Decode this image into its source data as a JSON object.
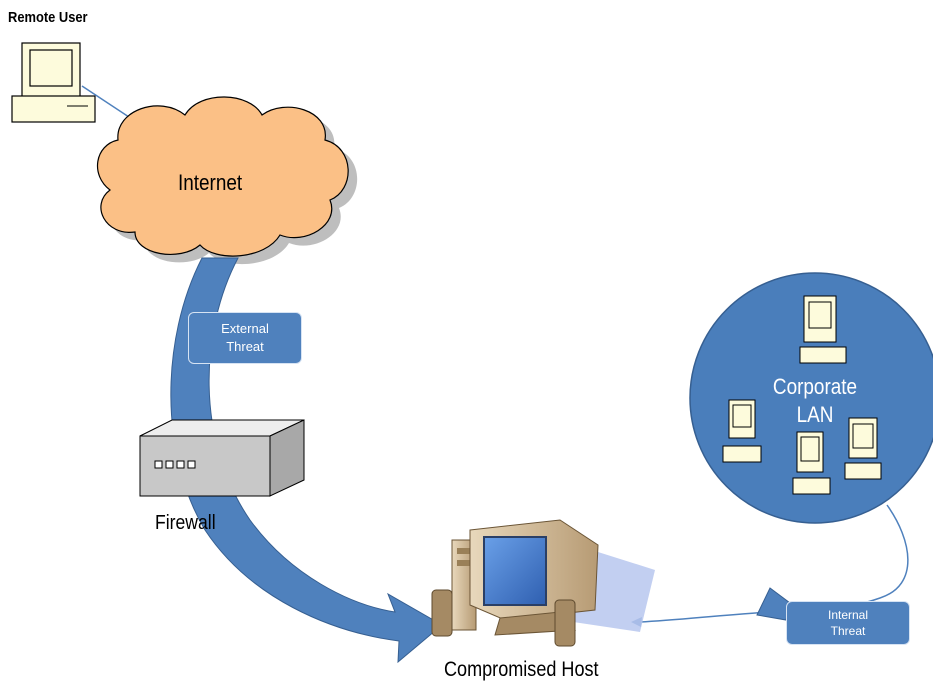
{
  "labels": {
    "remote_user": "Remote User",
    "internet": "Internet",
    "external_threat_line1": "External",
    "external_threat_line2": "Threat",
    "firewall": "Firewall",
    "corporate_lan_line1": "Corporate",
    "corporate_lan_line2": "LAN",
    "internal_threat_line1": "Internal",
    "internal_threat_line2": "Threat",
    "compromised_host": "Compromised Host"
  },
  "colors": {
    "cloud_fill": "#fbc086",
    "arrow_blue": "#4f81bd",
    "lan_circle": "#4a7ebb",
    "pc_fill": "#fdfbdc",
    "firewall_body": "#c8c8c8"
  },
  "icons": [
    "desktop-computer-icon",
    "cloud-icon",
    "firewall-appliance-icon",
    "workstation-monitor-icon"
  ]
}
